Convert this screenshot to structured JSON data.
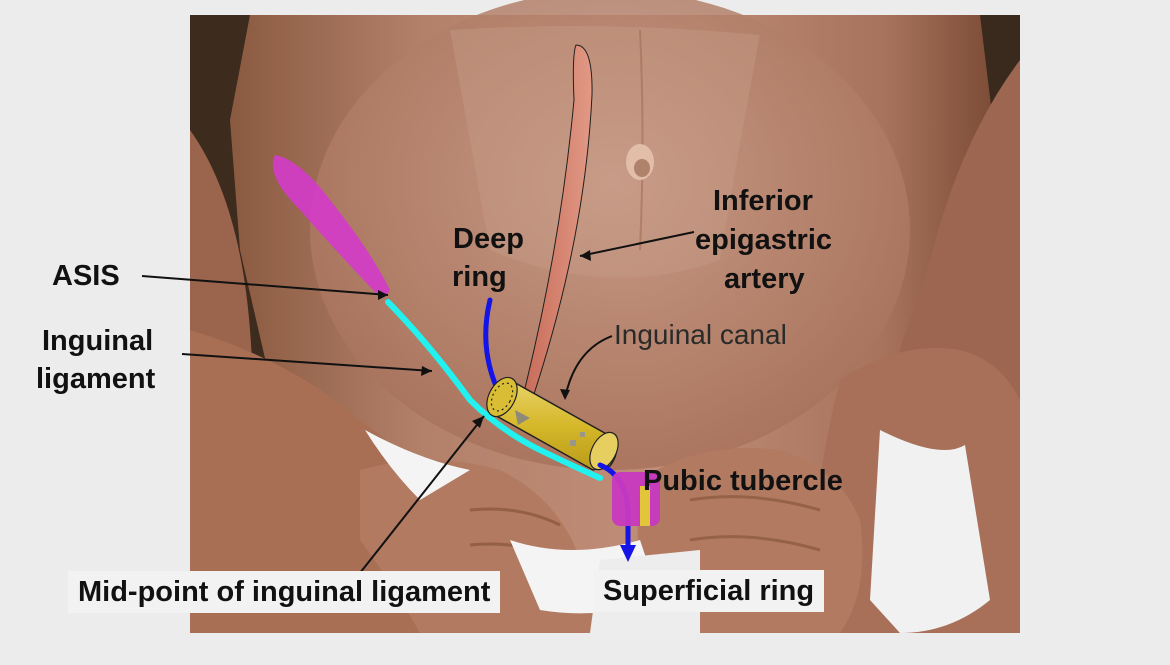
{
  "figure": {
    "photo_subject": "photo-lower-abdomen",
    "labels": {
      "asis": "ASIS",
      "inguinal_ligament_line1": "Inguinal",
      "inguinal_ligament_line2": "ligament",
      "deep_ring_line1": "Deep",
      "deep_ring_line2": "ring",
      "inferior_epigastric_line1": "Inferior",
      "inferior_epigastric_line2": "epigastric",
      "inferior_epigastric_line3": "artery",
      "inguinal_canal": "Inguinal canal",
      "pubic_tubercle": "Pubic tubercle",
      "mid_point": "Mid-point of inguinal ligament",
      "superficial_ring": "Superficial ring"
    },
    "colors": {
      "asis_marker": "#d23cc8",
      "inguinal_ligament": "#21f2ef",
      "spermatic_path": "#1414e6",
      "canal_tube": "#d9be2f",
      "artery": "#d9836f",
      "pubic_tubercle_marker": "#c839c0",
      "label_box": "#f2f2f2"
    }
  }
}
